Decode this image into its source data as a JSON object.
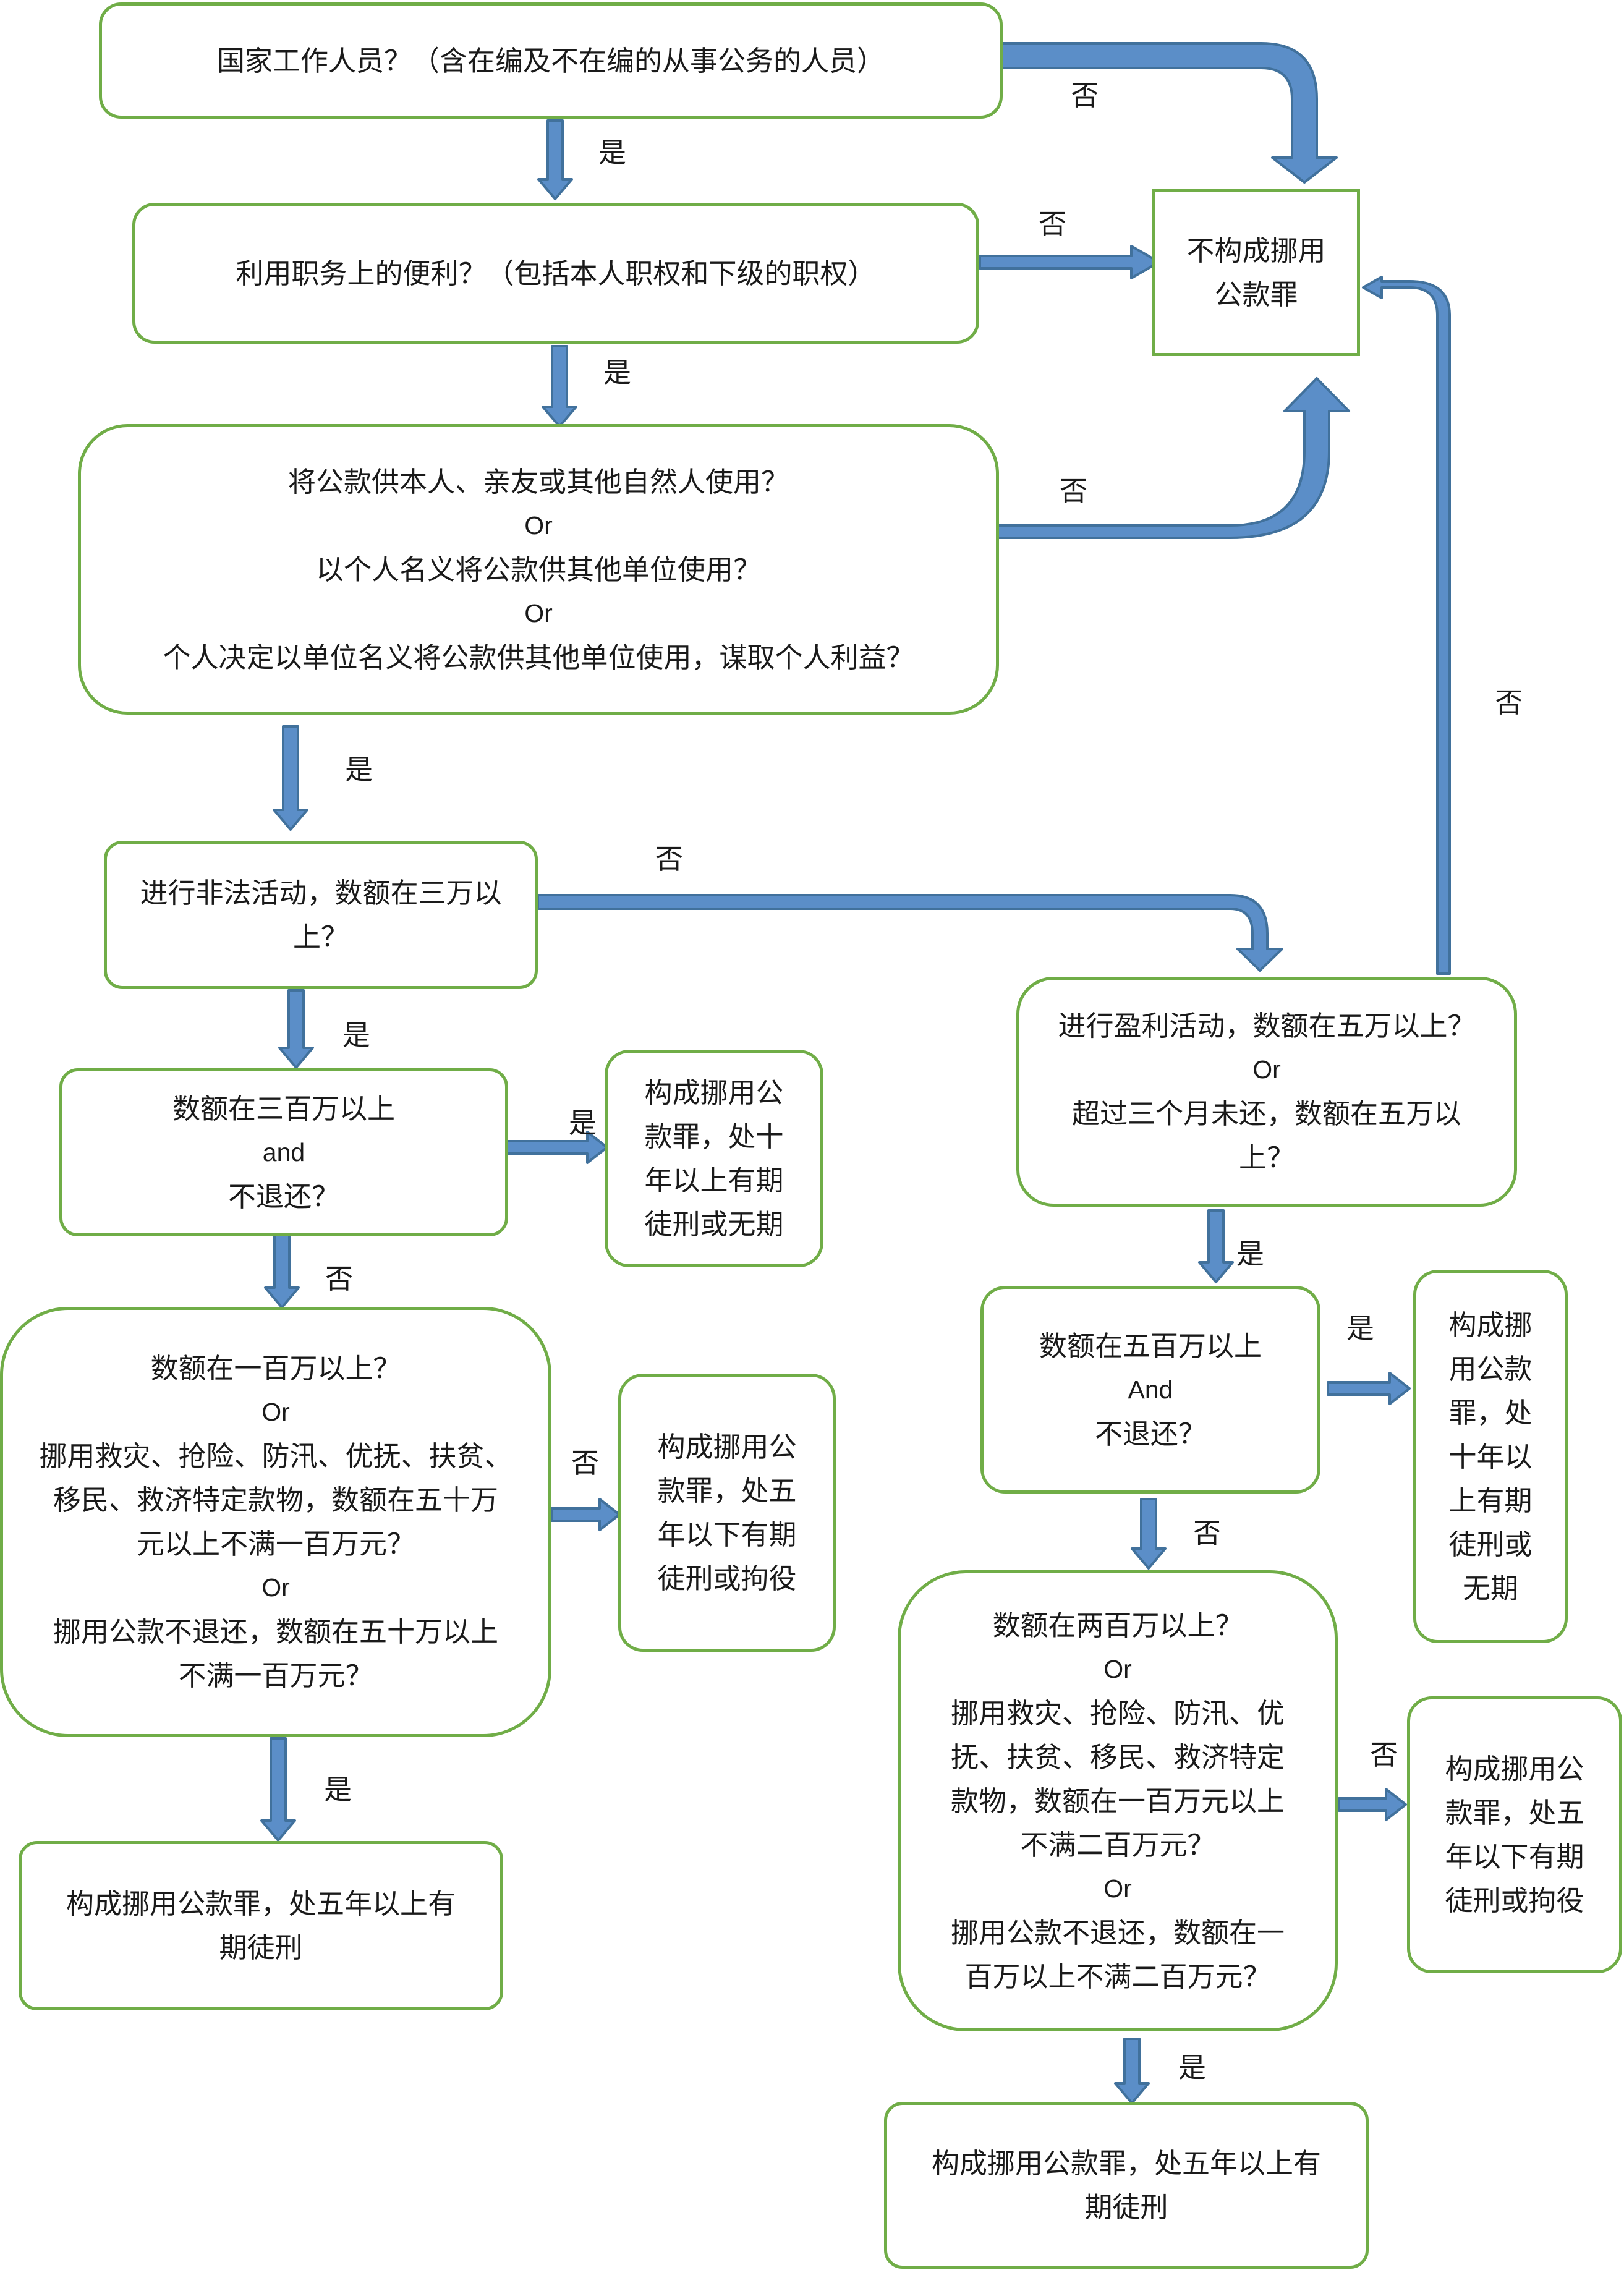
{
  "nodes": {
    "public_official": {
      "lines": [
        "国家工作人员？（含在编及不在编的从事公务的人员）"
      ]
    },
    "abuse_of_position": {
      "lines": [
        "利用职务上的便利？（包括本人职权和下级的职权）"
      ]
    },
    "use_condition": {
      "lines": [
        "将公款供本人、亲友或其他自然人使用？",
        "Or",
        "以个人名义将公款供其他单位使用？",
        "Or",
        "个人决定以单位名义将公款供其他单位使用，谋取个人利益？"
      ]
    },
    "not_guilty": {
      "lines": [
        "不构成挪用",
        "公款罪"
      ]
    },
    "illegal_activity": {
      "lines": [
        "进行非法活动，数额在三万以",
        "上？"
      ]
    },
    "left_3m": {
      "lines": [
        "数额在三百万以上",
        "and",
        "不退还？"
      ]
    },
    "left_sentence_10y": {
      "lines": [
        "构成挪用公",
        "款罪，处十",
        "年以上有期",
        "徒刑或无期"
      ]
    },
    "left_1m": {
      "lines": [
        "数额在一百万以上？",
        "Or",
        "挪用救灾、抢险、防汛、优抚、扶贫、",
        "移民、救济特定款物，数额在五十万",
        "元以上不满一百万元？",
        "Or",
        "挪用公款不退还，数额在五十万以上",
        "不满一百万元？"
      ]
    },
    "left_sentence_under5y": {
      "lines": [
        "构成挪用公",
        "款罪，处五",
        "年以下有期",
        "徒刑或拘役"
      ]
    },
    "left_sentence_over5y": {
      "lines": [
        "构成挪用公款罪，处五年以上有",
        "期徒刑"
      ]
    },
    "profit_activity": {
      "lines": [
        "进行盈利活动，数额在五万以上？",
        "Or",
        "超过三个月未还，数额在五万以",
        "上？"
      ]
    },
    "right_5m": {
      "lines": [
        "数额在五百万以上",
        "And",
        "不退还？"
      ]
    },
    "right_sentence_10y": {
      "lines": [
        "构成挪",
        "用公款",
        "罪，处",
        "十年以",
        "上有期",
        "徒刑或",
        "无期"
      ]
    },
    "right_2m": {
      "lines": [
        "数额在两百万以上？",
        "Or",
        "挪用救灾、抢险、防汛、优",
        "抚、扶贫、移民、救济特定",
        "款物，数额在一百万元以上",
        "不满二百万元？",
        "Or",
        "挪用公款不退还，数额在一",
        "百万以上不满二百万元？"
      ]
    },
    "right_sentence_under5y": {
      "lines": [
        "构成挪用公",
        "款罪，处五",
        "年以下有期",
        "徒刑或拘役"
      ]
    },
    "right_sentence_over5y": {
      "lines": [
        "构成挪用公款罪，处五年以上有",
        "期徒刑"
      ]
    }
  },
  "labels": {
    "yes": "是",
    "no": "否"
  },
  "colors": {
    "box_border": "#70ad47",
    "arrow": "#5b8ec8",
    "arrow_outline": "#41719c"
  }
}
